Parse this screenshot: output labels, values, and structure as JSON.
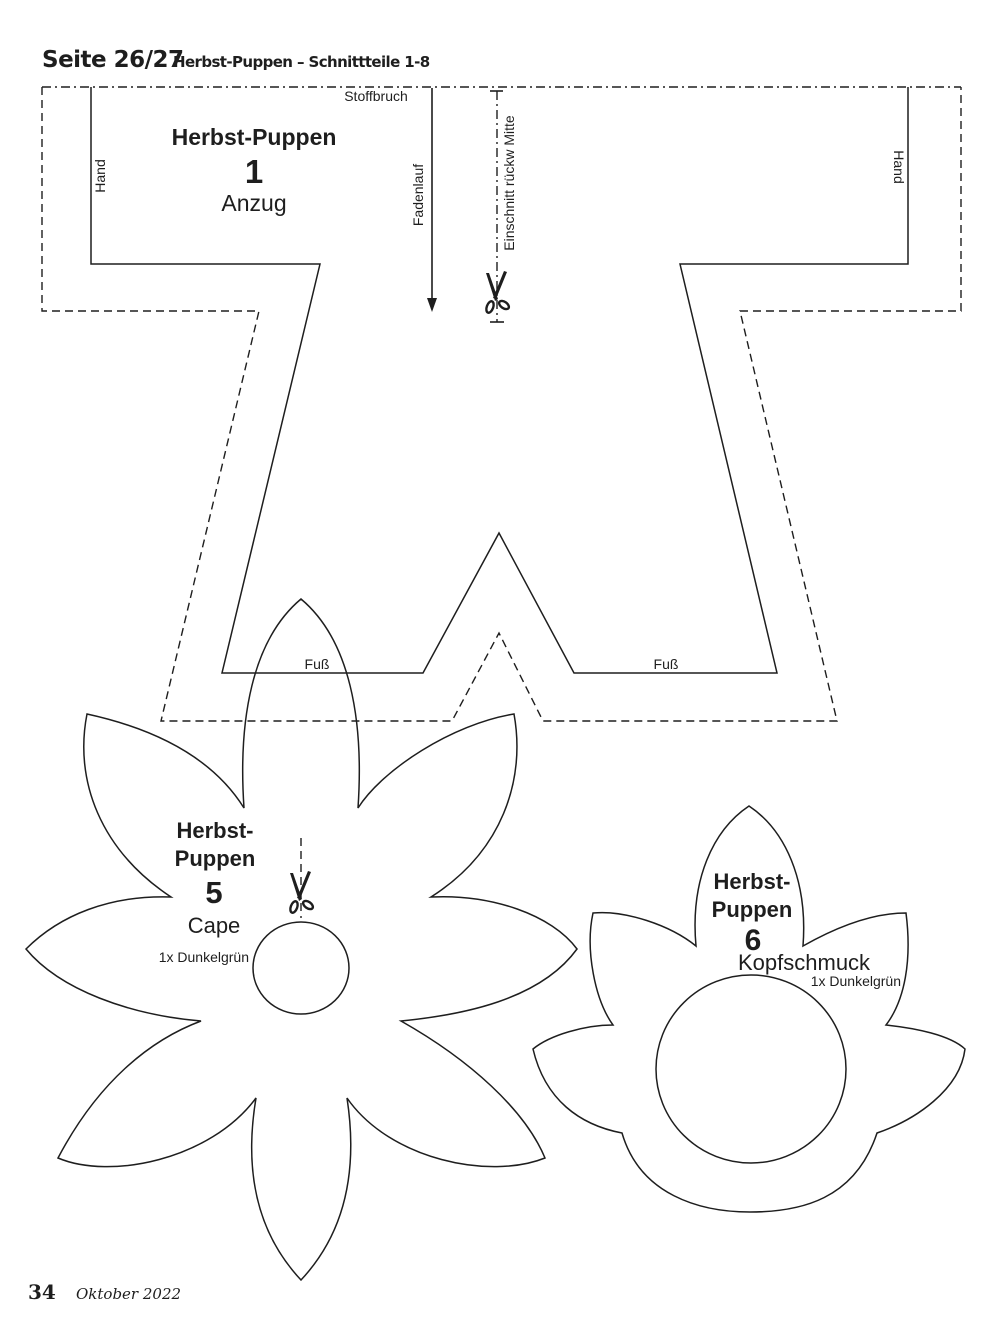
{
  "header": {
    "page_ref": "Seite 26/27",
    "title": "Herbst-Puppen – Schnittteile 1-8"
  },
  "pattern_1": {
    "name": "Herbst-Puppen",
    "number": "1",
    "piece": "Anzug",
    "labels": {
      "fold": "Stoffbruch",
      "grain": "Fadenlauf",
      "notch": "Einschnitt rückw Mitte",
      "hand_left": "Hand",
      "hand_right": "Hand",
      "foot_left": "Fuß",
      "foot_right": "Fuß"
    }
  },
  "pattern_5": {
    "name_line1": "Herbst-",
    "name_line2": "Puppen",
    "number": "5",
    "piece": "Cape",
    "quantity": "1x Dunkelgrün"
  },
  "pattern_6": {
    "name_line1": "Herbst-",
    "name_line2": "Puppen",
    "number": "6",
    "piece": "Kopfschmuck",
    "quantity": "1x Dunkelgrün"
  },
  "footer": {
    "page_number": "34",
    "issue": "Oktober 2022"
  },
  "icons": {
    "scissors": "scissors-icon",
    "grain_arrow": "arrow-down-icon"
  },
  "colors": {
    "ink": "#1e1e1e",
    "paper": "#ffffff"
  }
}
